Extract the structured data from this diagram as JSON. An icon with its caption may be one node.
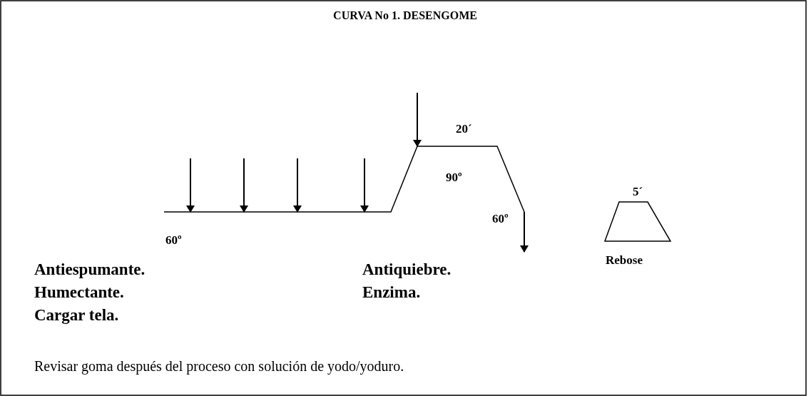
{
  "diagram": {
    "title": "CURVA No 1. DESENGOME",
    "labels": [
      "20´",
      "90º",
      "60º",
      "5´",
      "60º",
      "Rebose",
      "Antiespumante.",
      "Antiquiebre.",
      "Humectante.",
      "Enzima.",
      "Cargar tela.",
      "Revisar goma después del proceso con solución de yodo/yoduro."
    ]
  }
}
